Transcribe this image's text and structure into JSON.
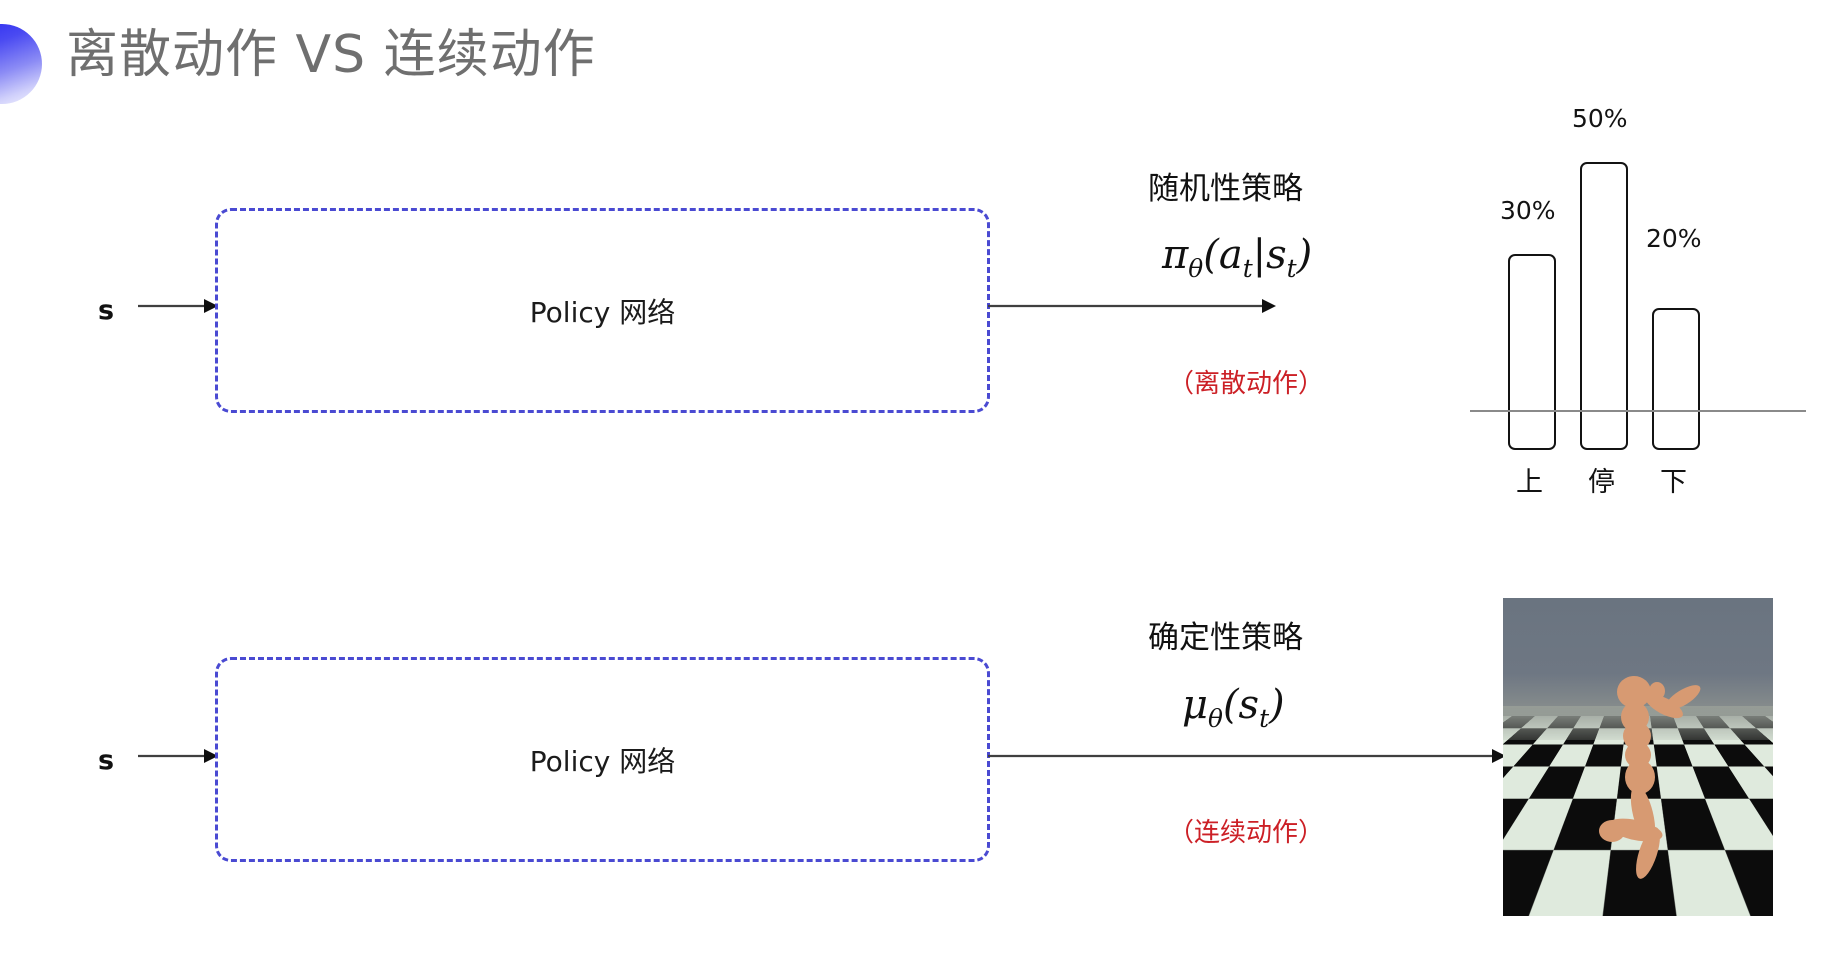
{
  "slide": {
    "title": "离散动作 VS 连续动作",
    "title_color": "#6f6f6f",
    "accent_color": "#4a4ad2",
    "note_color": "#cc2026",
    "background": "#ffffff"
  },
  "top_row": {
    "input_label": "s",
    "box_label": "Policy 网络",
    "policy_caption": "随机性策略",
    "policy_formula": "π",
    "policy_formula_sub": "θ",
    "policy_formula_args_open": "(a",
    "policy_formula_arg1_sub": "t",
    "policy_formula_bar": "|s",
    "policy_formula_arg2_sub": "t",
    "policy_formula_close": ")",
    "action_note": "（离散动作）"
  },
  "bottom_row": {
    "input_label": "s",
    "box_label": "Policy 网络",
    "policy_caption": "确定性策略",
    "policy_formula": "μ",
    "policy_formula_sub": "θ",
    "policy_formula_args_open": "(s",
    "policy_formula_arg1_sub": "t",
    "policy_formula_close": ")",
    "action_note": "（连续动作）",
    "sim_caption": "humanoid-simulation-frame"
  },
  "chart_data": {
    "type": "bar",
    "title": "",
    "categories": [
      "上",
      "停",
      "下"
    ],
    "values": [
      30,
      50,
      20
    ],
    "value_labels": [
      "30%",
      "50%",
      "20%"
    ],
    "xlabel": "",
    "ylabel": "",
    "ylim": [
      0,
      60
    ],
    "grid": false,
    "legend": "none",
    "bar_style": {
      "fill": "#ffffff",
      "stroke": "#131313",
      "rounded": true
    },
    "axis_line_color": "#8a8a8a"
  }
}
